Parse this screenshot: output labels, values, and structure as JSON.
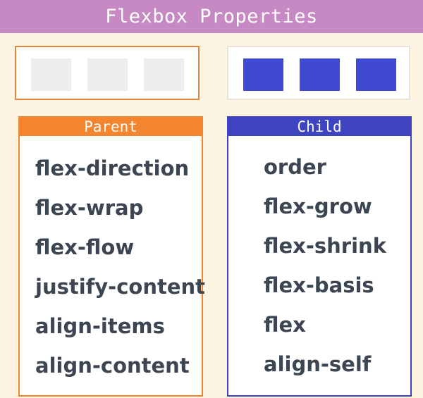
{
  "title": "Flexbox Properties",
  "parent": {
    "header": "Parent",
    "properties": [
      "flex-direction",
      "flex-wrap",
      "flex-flow",
      "justify-content",
      "align-items",
      "align-content"
    ]
  },
  "child": {
    "header": "Child",
    "properties": [
      "order",
      "flex-grow",
      "flex-shrink",
      "flex-basis",
      "flex",
      "align-self"
    ]
  },
  "colors": {
    "title_bar": "#c689c4",
    "background": "#fdf5e1",
    "parent_accent": "#f2852e",
    "child_accent": "#3e43c0",
    "child_item": "#4049d4",
    "parent_item": "#eeeeee",
    "text": "#3c4652"
  }
}
